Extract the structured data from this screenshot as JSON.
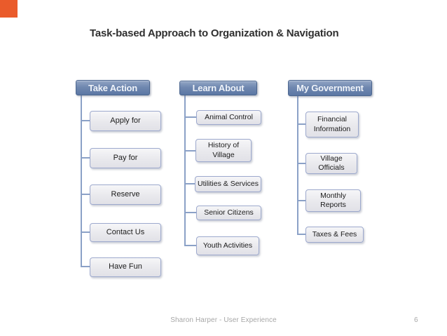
{
  "slide": {
    "title": "Task-based Approach to Organization & Navigation",
    "footer_author": "Sharon Harper - User Experience",
    "page_number": "6",
    "marker_style": "background:#EA5B2B",
    "background": "#FFFFFF"
  },
  "diagram": {
    "type": "hierarchy",
    "columns": [
      {
        "header": "Take Action",
        "children": [
          "Apply for",
          "Pay for",
          "Reserve",
          "Contact Us",
          "Have Fun"
        ]
      },
      {
        "header": "Learn About",
        "children": [
          "Animal Control",
          "History of\nVillage",
          "Utilities & Services",
          "Senior Citizens",
          "Youth Activities"
        ]
      },
      {
        "header": "My Government",
        "children": [
          "Financial\nInformation",
          "Village\nOfficials",
          "Monthly\nReports",
          "Taxes & Fees"
        ]
      }
    ],
    "colors": {
      "header_fill_top": "#93A6C5",
      "header_fill_bottom": "#5B77A4",
      "header_border": "#4C668F",
      "header_text": "#EFF3F9",
      "child_fill": "#E9E9ED",
      "child_border": "#9DA9CD",
      "child_text": "#1B1B1B",
      "connector": "#8BA1C7",
      "title_text": "#303030",
      "footer_text": "#A7A7A7",
      "corner_marker": "#EA5B2B"
    }
  }
}
